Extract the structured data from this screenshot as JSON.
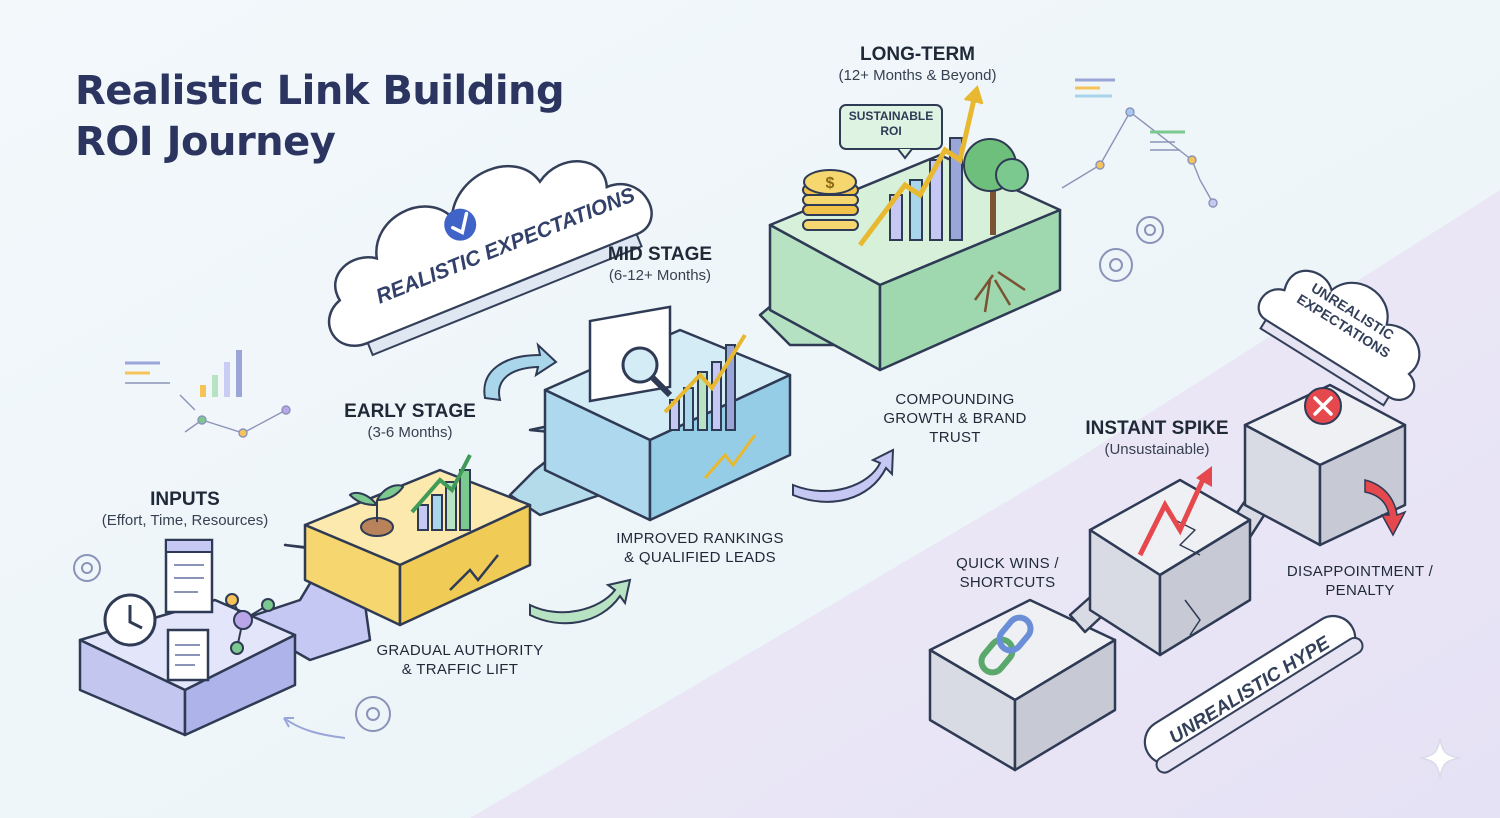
{
  "title": {
    "line1": "Realistic Link Building",
    "line2": "ROI Journey"
  },
  "clouds": {
    "realistic": "REALISTIC EXPECTATIONS",
    "unrealistic_line1": "UNREALISTIC",
    "unrealistic_line2": "EXPECTATIONS",
    "hype": "UNREALISTIC HYPE"
  },
  "stages": {
    "inputs": {
      "title": "INPUTS",
      "subtitle": "(Effort, Time, Resources)"
    },
    "early": {
      "title": "EARLY STAGE",
      "subtitle": "(3-6 Months)",
      "caption_line1": "GRADUAL AUTHORITY",
      "caption_line2": "& TRAFFIC LIFT"
    },
    "mid": {
      "title": "MID STAGE",
      "subtitle": "(6-12+ Months)",
      "caption_line1": "IMPROVED RANKINGS",
      "caption_line2": "& QUALIFIED LEADS"
    },
    "long": {
      "title": "LONG-TERM",
      "subtitle": "(12+ Months & Beyond)",
      "badge_line1": "SUSTAINABLE",
      "badge_line2": "ROI",
      "caption_line1": "COMPOUNDING",
      "caption_line2": "GROWTH & BRAND",
      "caption_line3": "TRUST"
    }
  },
  "unrealistic_path": {
    "quick": {
      "line1": "QUICK WINS /",
      "line2": "SHORTCUTS"
    },
    "spike": {
      "title": "INSTANT SPIKE",
      "subtitle": "(Unsustainable)"
    },
    "outcome": {
      "line1": "DISAPPOINTMENT /",
      "line2": "PENALTY"
    }
  },
  "icons": [
    "clock-icon",
    "document-icon",
    "browser-window-icon",
    "network-nodes-icon",
    "sprout-icon",
    "growth-chart-icon",
    "magnifier-icon",
    "coin-stack-icon",
    "tree-icon",
    "chain-link-icon",
    "error-x-icon",
    "gear-icon",
    "sparkle-icon"
  ],
  "colors": {
    "title": "#2b3560",
    "inputs_block": "#c9cdf3",
    "early_block": "#f8e08e",
    "mid_block": "#aed8ee",
    "long_block": "#b7e3c3",
    "unrealistic_block": "#e2e4ea",
    "danger": "#e5484d",
    "background_realistic": "#eef4f8",
    "background_unrealistic": "#ebe7f7"
  }
}
